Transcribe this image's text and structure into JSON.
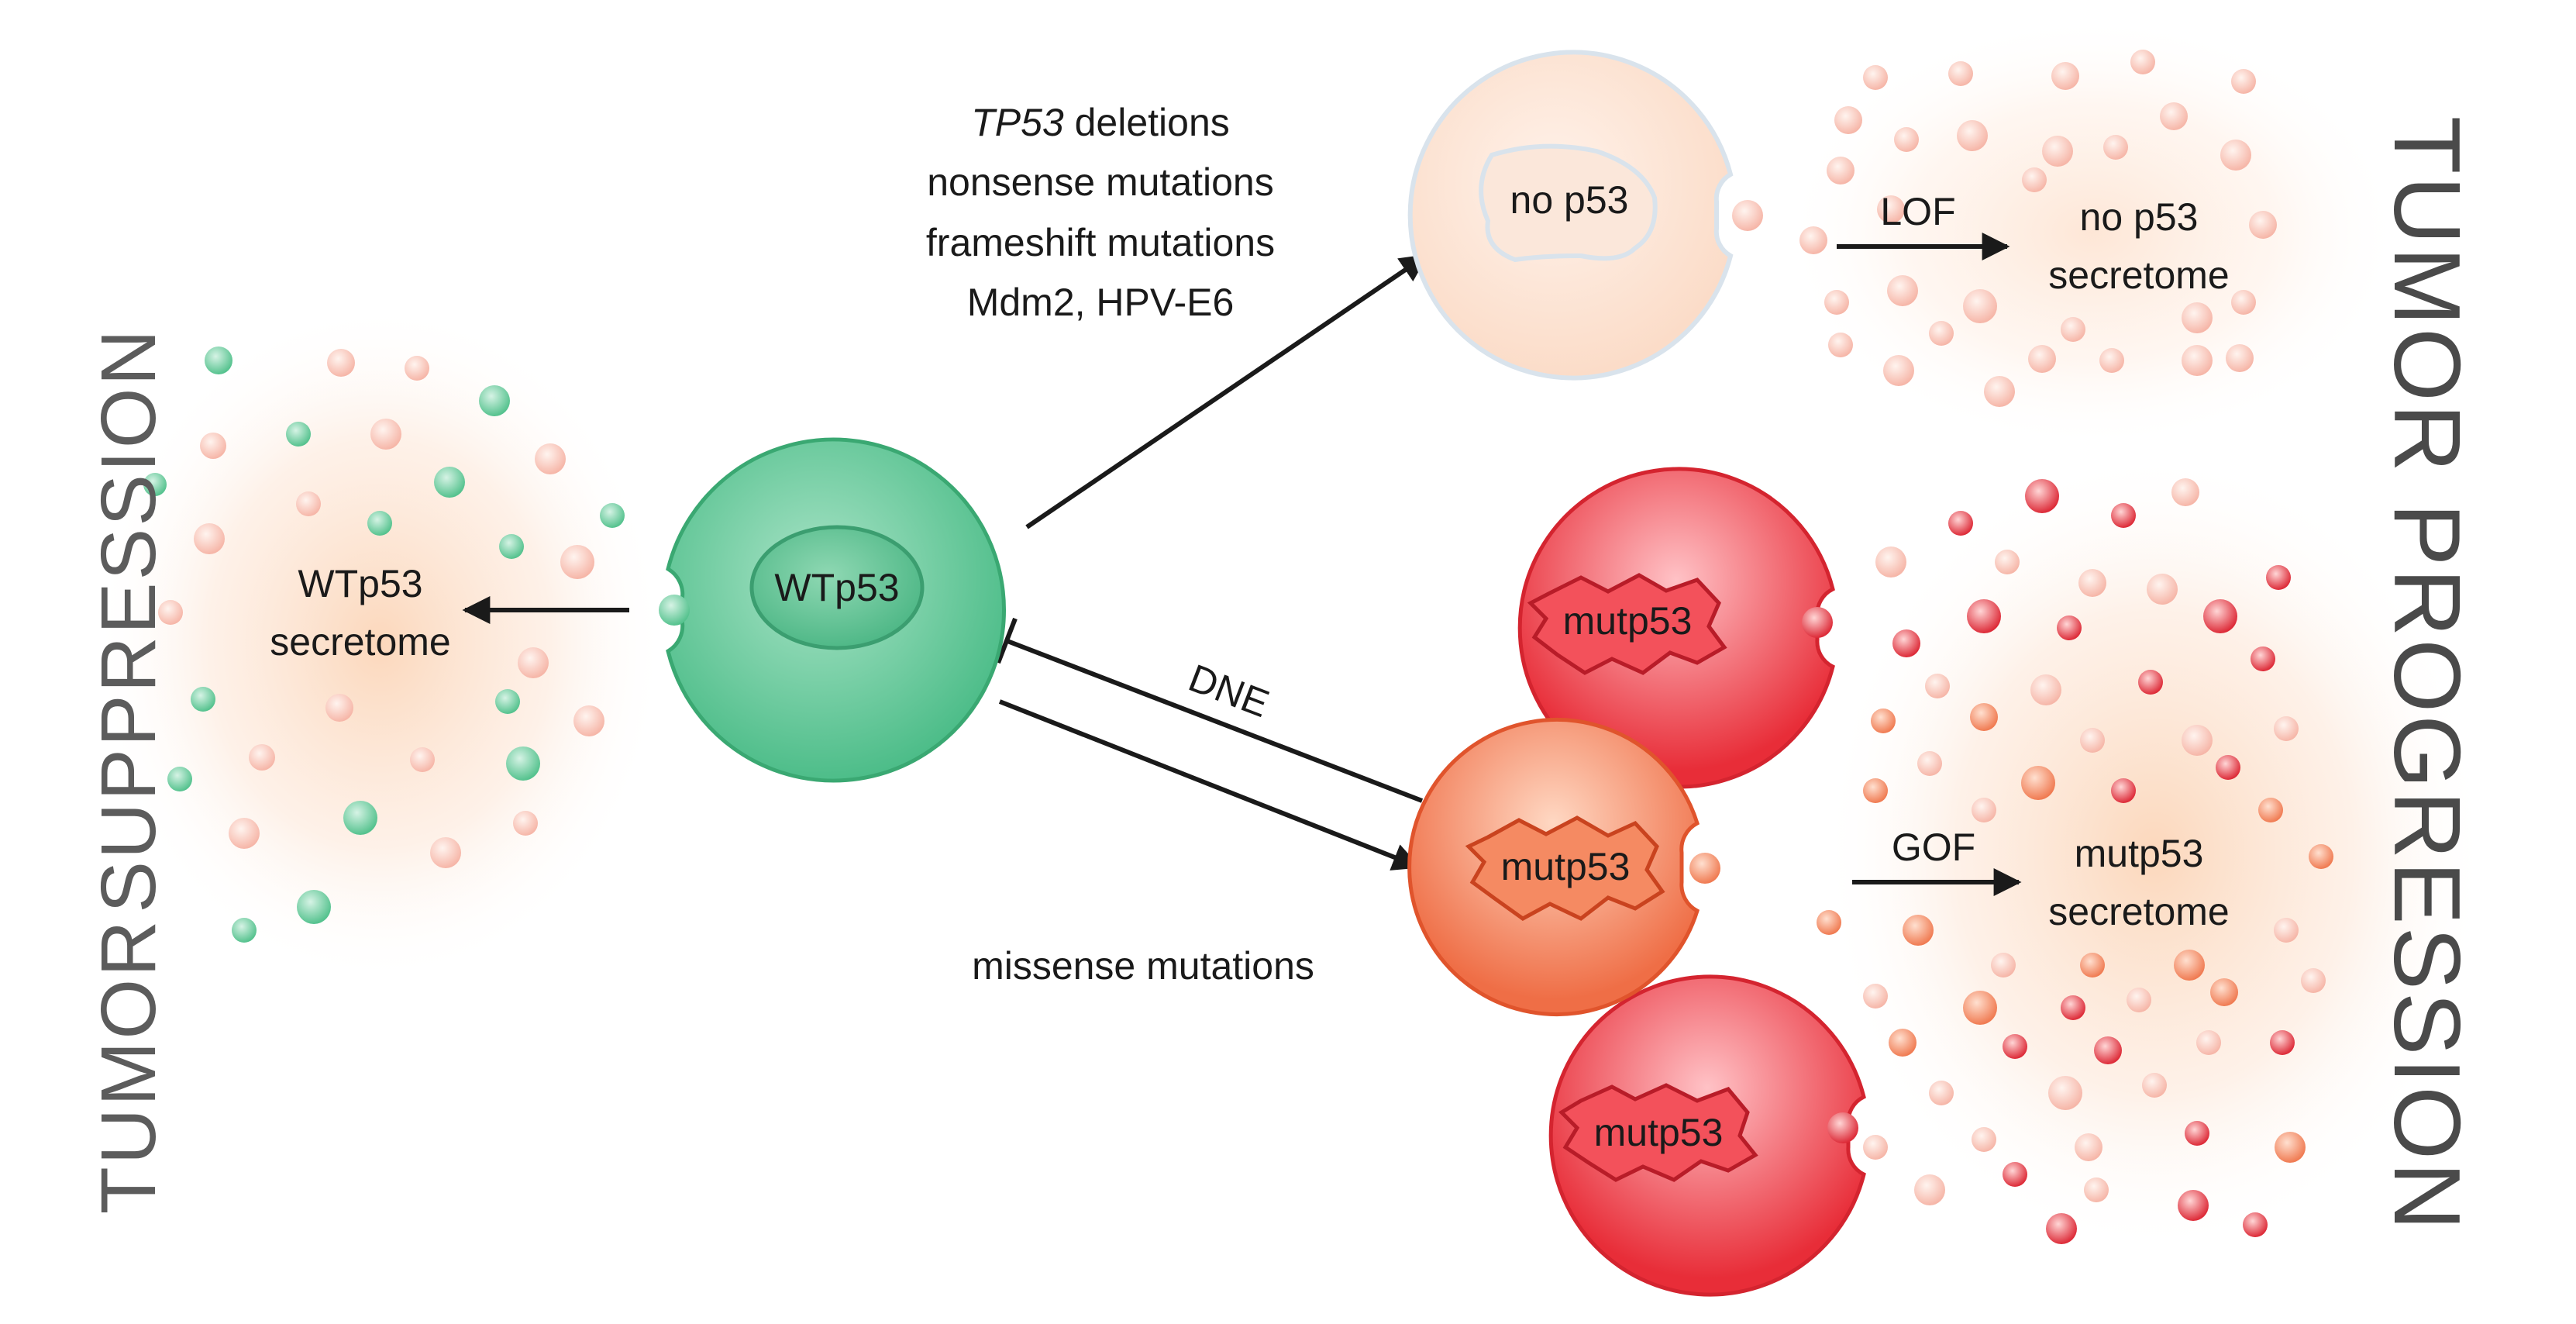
{
  "labels": {
    "tp53_italic": "TP53",
    "deletions": " deletions",
    "nonsense": "nonsense mutations",
    "frameshift": "frameshift mutations",
    "mdm2": "Mdm2, HPV-E6",
    "missense": "missense mutations",
    "dne": "DNE",
    "lof": "LOF",
    "gof": "GOF"
  },
  "cells": {
    "wt": "WTp53",
    "no_p53": "no p53",
    "mut_top": "mutp53",
    "mut_mid": "mutp53",
    "mut_bottom": "mutp53"
  },
  "secretomes": {
    "wt_line1": "WTp53",
    "wt_line2": "secretome",
    "no_p53_line1": "no p53",
    "no_p53_line2": "secretome",
    "mut_line1": "mutp53",
    "mut_line2": "secretome"
  },
  "side_text": {
    "suppression_word1": "TUMOR",
    "suppression_word2": "SUPPRESSION",
    "progression": "TUMOR PROGRESSION"
  },
  "colors": {
    "wt_green": "#4cc48d",
    "no_p53_peach": "#fbe3d4",
    "mut_red": "#e8303b",
    "mut_orange": "#f07a4e",
    "arrow": "#1a1a1a"
  }
}
